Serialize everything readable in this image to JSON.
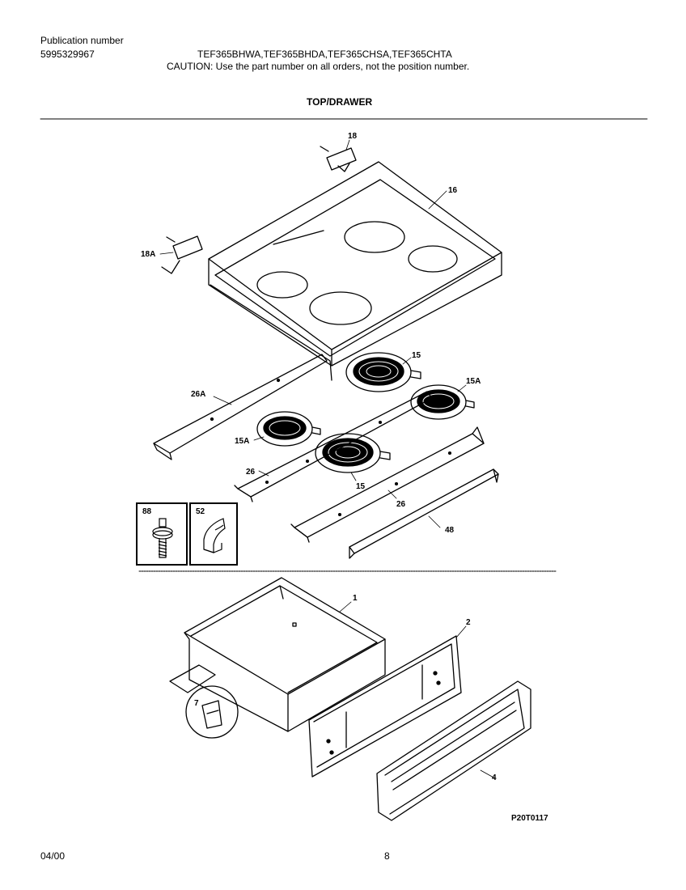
{
  "header": {
    "publication_label": "Publication number",
    "publication_number": "5995329967",
    "models": "TEF365BHWA,TEF365BHDA,TEF365CHSA,TEF365CHTA",
    "caution": "CAUTION:  Use the part number on all orders, not the position number."
  },
  "section_title": "TOP/DRAWER",
  "parts": {
    "p16": "16",
    "p18": "18",
    "p18a": "18A",
    "p15_top": "15",
    "p15a_right": "15A",
    "p26a": "26A",
    "p15a_left": "15A",
    "p26_left": "26",
    "p15_bottom": "15",
    "p26_right": "26",
    "p48": "48",
    "p88": "88",
    "p52": "52",
    "p1": "1",
    "p2": "2",
    "p7": "7",
    "p4": "4"
  },
  "drawing_code": "P20T0117",
  "footer": {
    "date": "04/00",
    "page": "8"
  }
}
